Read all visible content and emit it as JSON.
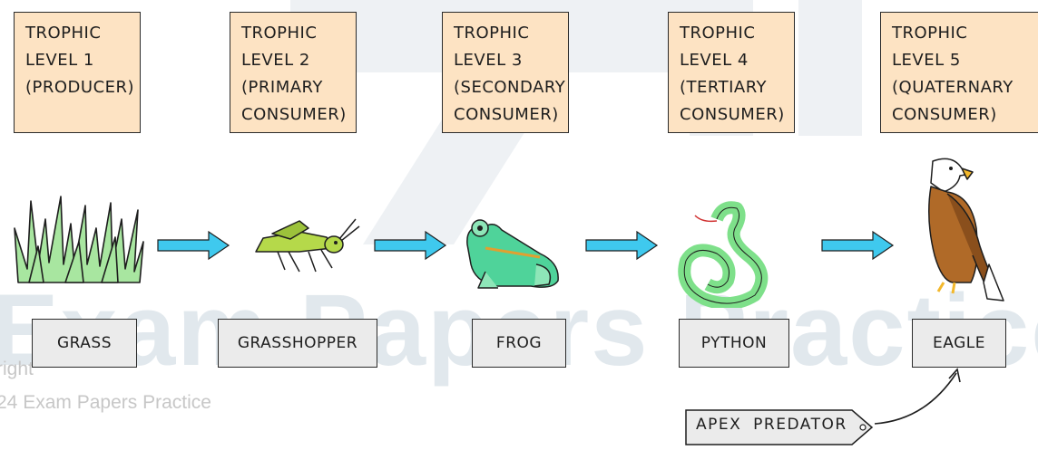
{
  "watermark": {
    "brand": "Exam Papers Practice",
    "copyright_line1": "right",
    "copyright_line2": "24 Exam Papers Practice"
  },
  "levels": [
    {
      "line1": "TROPHIC",
      "line2": "LEVEL 1",
      "line3": "(PRODUCER)",
      "line4": ""
    },
    {
      "line1": "TROPHIC",
      "line2": "LEVEL 2",
      "line3": "(PRIMARY",
      "line4": "CONSUMER)"
    },
    {
      "line1": "TROPHIC",
      "line2": "LEVEL 3",
      "line3": "(SECONDARY",
      "line4": "CONSUMER)"
    },
    {
      "line1": "TROPHIC",
      "line2": "LEVEL 4",
      "line3": "(TERTIARY",
      "line4": "CONSUMER)"
    },
    {
      "line1": "TROPHIC",
      "line2": "LEVEL 5",
      "line3": "(QUATERNARY",
      "line4": "CONSUMER)"
    }
  ],
  "organisms": [
    {
      "name": "GRASS",
      "icon": "grass-icon"
    },
    {
      "name": "GRASSHOPPER",
      "icon": "grasshopper-icon"
    },
    {
      "name": "FROG",
      "icon": "frog-icon"
    },
    {
      "name": "PYTHON",
      "icon": "python-icon"
    },
    {
      "name": "EAGLE",
      "icon": "eagle-icon"
    }
  ],
  "apex_label": "APEX PREDATOR",
  "colors": {
    "level_box": "#fde3c3",
    "name_box": "#ebebeb",
    "arrow": "#3fc9ee",
    "watermark": "#7896af"
  }
}
